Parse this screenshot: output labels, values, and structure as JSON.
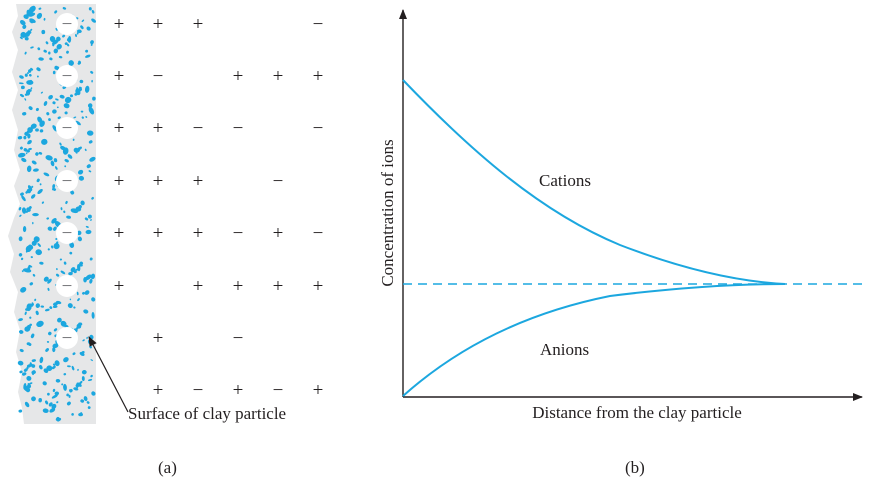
{
  "colors": {
    "particle_fill": "#e6e7e8",
    "speck": "#1ca7df",
    "curve": "#1ca7df",
    "ink": "#231f20"
  },
  "panel_a": {
    "particle_charges": [
      "−",
      "−",
      "−",
      "−",
      "−",
      "−",
      "−"
    ],
    "ion_rows": [
      [
        "+",
        "+",
        "+",
        "",
        "",
        "−"
      ],
      [
        "+",
        "−",
        "",
        "+",
        "+",
        "+"
      ],
      [
        "+",
        "+",
        "−",
        "−",
        "",
        "−"
      ],
      [
        "+",
        "+",
        "+",
        "",
        "−",
        ""
      ],
      [
        "+",
        "+",
        "+",
        "−",
        "+",
        "−"
      ],
      [
        "+",
        "",
        "+",
        "+",
        "+",
        "+"
      ],
      [
        "",
        "+",
        "",
        "−",
        "",
        ""
      ],
      [
        "",
        "+",
        "−",
        "+",
        "−",
        "+"
      ]
    ],
    "surface_label": "Surface of clay particle",
    "caption": "(a)"
  },
  "panel_b": {
    "ylabel": "Concentration of ions",
    "xlabel": "Distance from the clay particle",
    "cations_label": "Cations",
    "anions_label": "Anions",
    "caption": "(b)"
  }
}
